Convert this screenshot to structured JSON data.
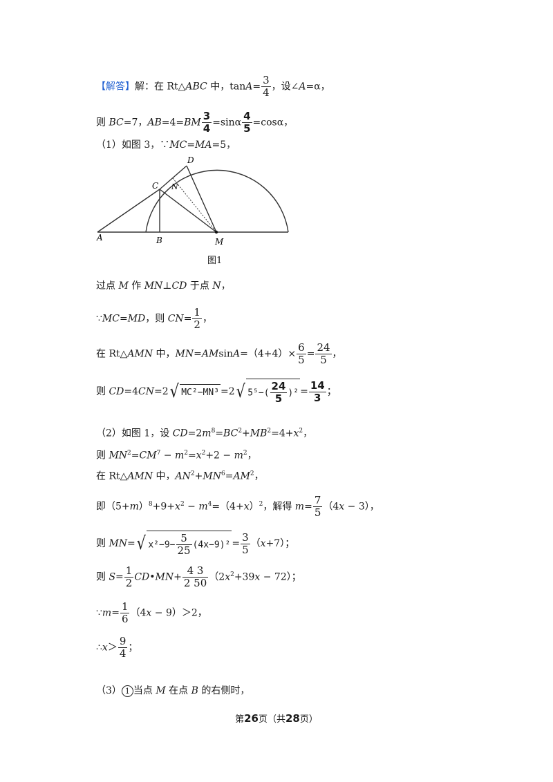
{
  "lines": {
    "l1": {
      "tag": "【解答】",
      "text": "解：在 Rt△",
      "abc": "ABC",
      "mid": " 中，tan",
      "A": "A",
      "eq": "=",
      "fn": "3",
      "fd": "4",
      "tail": "，设∠",
      "A2": "A",
      "tail2": "=α，"
    },
    "l2": {
      "pre": "则 ",
      "BC": "BC",
      "eq7": "=7，",
      "AB": "AB",
      "rest": "=4=",
      "BM": "BM",
      "fn1": "3",
      "fd1": "4",
      "sin": "=sinα",
      "fn2": "4",
      "fd2": "5",
      "cos": "=cosα，"
    },
    "l3": {
      "text": "（1）如图 3，∵",
      "MC": "MC",
      "eq": "=",
      "MA": "MA",
      "tail": "=5，"
    },
    "l4": {
      "pre": "过点 ",
      "M": "M",
      "mid": " 作 ",
      "MN": "MN",
      "perp": "⊥",
      "CD": "CD",
      "mid2": " 于点 ",
      "N": "N",
      "tail": "，"
    },
    "l5": {
      "pre": "∵",
      "MC": "MC",
      "eq": "=",
      "MD": "MD",
      "mid": "，则 ",
      "CN": "CN",
      "eq2": "=",
      "fn": "1",
      "fd": "2",
      "tail": "，"
    },
    "l6": {
      "pre": "在 Rt△",
      "AMN": "AMN",
      "mid": " 中，",
      "MN": "MN",
      "eq": "=",
      "AM": "AM",
      "sin": "sin",
      "A": "A",
      "val": "=（4+4）×",
      "fn1": "6",
      "fd1": "5",
      "eq2": "=",
      "fn2": "24",
      "fd2": "5",
      "tail": "，"
    },
    "l7": {
      "pre": "则 ",
      "CD": "CD",
      "eq": "=4",
      "CN": "CN",
      "eq2": "=2",
      "rad1": "MC²−MN³",
      "eq3": "=2",
      "rad2a": "5⁵−(",
      "rfn": "24",
      "rfd": "5",
      "rad2b": ")²",
      "eq4": "=",
      "fn": "14",
      "fd": "3",
      "tail": "；"
    },
    "l8": {
      "text": "（2）如图 1，设 ",
      "CD": "CD",
      "eq": "=2",
      "m": "m",
      "e1": "8",
      "eq2": "=",
      "BC": "BC",
      "e2": "2",
      "plus": "+",
      "MB": "MB",
      "e3": "2",
      "eq3": "=4+",
      "x": "x",
      "e4": "2",
      "tail": "，"
    },
    "l9": {
      "pre": "则 ",
      "MN": "MN",
      "e1": "2",
      "eq": "=",
      "CM": "CM",
      "e2": "7",
      "m1": " − ",
      "m": "m",
      "e3": "2",
      "eq2": "=",
      "x": "x",
      "e4": "2",
      "tail": "+2 − ",
      "m2": "m",
      "e5": "2",
      "end": "，"
    },
    "l10": {
      "pre": "在 Rt△",
      "AMN": "AMN",
      "mid": " 中，",
      "AN": "AN",
      "e1": "2",
      "plus": "+",
      "MN": "MN",
      "e2": "6",
      "eq": "=",
      "AM": "AM",
      "e3": "2",
      "tail": "，"
    },
    "l11": {
      "pre": "即（5+",
      "m": "m",
      "post": "）",
      "e1": "8",
      "mid": "+9+",
      "x": "x",
      "e2": "2",
      "minus": " − ",
      "m2": "m",
      "e3": "4",
      "eq": "=（4+",
      "x2": "x",
      "post2": "）",
      "e4": "2",
      "mid2": "，解得 ",
      "m3": "m",
      "eq2": "=",
      "fn": "7",
      "fd": "5",
      "tail": "（4",
      "x3": "x",
      "end": " − 3），"
    },
    "l12": {
      "pre": "则 ",
      "MN": "MN",
      "eq": "=",
      "radA": "x²−9−",
      "rfn": "5",
      "rfd": "25",
      "radB": "(4x−9)²",
      "eq2": "=",
      "fn": "3",
      "fd": "5",
      "tail": "（",
      "x": "x",
      "end": "+7）；"
    },
    "l13": {
      "pre": "则 ",
      "S": "S",
      "eq": "=",
      "fn": "1",
      "fd": "2",
      "CD": "CD",
      "dot": "•",
      "MN": "MN",
      "plus": "+",
      "fn2": "4 3",
      "fd2": "2 50",
      "tail": "（2",
      "x": "x",
      "e1": "2",
      "mid": "+39",
      "x2": "x",
      "end": " − 72）；"
    },
    "l14": {
      "pre": "∵",
      "m": "m",
      "eq": "=",
      "fn": "1",
      "fd": "6",
      "tail": "（4",
      "x": "x",
      "end": " − 9）＞2，"
    },
    "l15": {
      "pre": "∴",
      "x": "x",
      "gt": "＞",
      "fn": "9",
      "fd": "4",
      "tail": "；"
    },
    "l16": {
      "pre": "（3）",
      "num": "1",
      "text": "当点 ",
      "M": "M",
      "mid": " 在点 ",
      "B": "B",
      "tail": " 的右侧时，"
    }
  },
  "figure": {
    "caption": "图1",
    "labels": {
      "A": "A",
      "B": "B",
      "C": "C",
      "D": "D",
      "M": "M",
      "N": "N"
    }
  },
  "footer": {
    "pre": "第",
    "page": "26",
    "mid": "页（共",
    "total": "28",
    "post": "页）"
  }
}
